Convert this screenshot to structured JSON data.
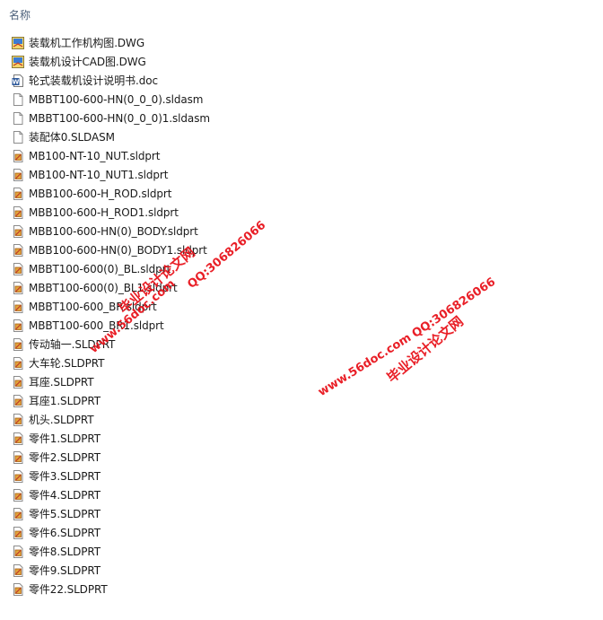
{
  "header": {
    "column_name": "名称"
  },
  "files": [
    {
      "name": "装载机工作机构图.DWG",
      "icon": "dwg-file-icon"
    },
    {
      "name": "装载机设计CAD图.DWG",
      "icon": "dwg-file-icon"
    },
    {
      "name": "轮式装载机设计说明书.doc",
      "icon": "doc-file-icon"
    },
    {
      "name": "MBBT100-600-HN(0_0_0).sldasm",
      "icon": "blank-file-icon"
    },
    {
      "name": "MBBT100-600-HN(0_0_0)1.sldasm",
      "icon": "blank-file-icon"
    },
    {
      "name": "装配体0.SLDASM",
      "icon": "blank-file-icon"
    },
    {
      "name": "MB100-NT-10_NUT.sldprt",
      "icon": "sldprt-file-icon"
    },
    {
      "name": "MB100-NT-10_NUT1.sldprt",
      "icon": "sldprt-file-icon"
    },
    {
      "name": "MBB100-600-H_ROD.sldprt",
      "icon": "sldprt-file-icon"
    },
    {
      "name": "MBB100-600-H_ROD1.sldprt",
      "icon": "sldprt-file-icon"
    },
    {
      "name": "MBB100-600-HN(0)_BODY.sldprt",
      "icon": "sldprt-file-icon"
    },
    {
      "name": "MBB100-600-HN(0)_BODY1.sldprt",
      "icon": "sldprt-file-icon"
    },
    {
      "name": "MBBT100-600(0)_BL.sldprt",
      "icon": "sldprt-file-icon"
    },
    {
      "name": "MBBT100-600(0)_BL1.sldprt",
      "icon": "sldprt-file-icon"
    },
    {
      "name": "MBBT100-600_BR.sldprt",
      "icon": "sldprt-file-icon"
    },
    {
      "name": "MBBT100-600_BR1.sldprt",
      "icon": "sldprt-file-icon"
    },
    {
      "name": "传动轴一.SLDPRT",
      "icon": "sldprt-file-icon"
    },
    {
      "name": "大车轮.SLDPRT",
      "icon": "sldprt-file-icon"
    },
    {
      "name": "耳座.SLDPRT",
      "icon": "sldprt-file-icon"
    },
    {
      "name": "耳座1.SLDPRT",
      "icon": "sldprt-file-icon"
    },
    {
      "name": "机头.SLDPRT",
      "icon": "sldprt-file-icon"
    },
    {
      "name": "零件1.SLDPRT",
      "icon": "sldprt-file-icon"
    },
    {
      "name": "零件2.SLDPRT",
      "icon": "sldprt-file-icon"
    },
    {
      "name": "零件3.SLDPRT",
      "icon": "sldprt-file-icon"
    },
    {
      "name": "零件4.SLDPRT",
      "icon": "sldprt-file-icon"
    },
    {
      "name": "零件5.SLDPRT",
      "icon": "sldprt-file-icon"
    },
    {
      "name": "零件6.SLDPRT",
      "icon": "sldprt-file-icon"
    },
    {
      "name": "零件8.SLDPRT",
      "icon": "sldprt-file-icon"
    },
    {
      "name": "零件9.SLDPRT",
      "icon": "sldprt-file-icon"
    },
    {
      "name": "零件22.SLDPRT",
      "icon": "sldprt-file-icon"
    }
  ],
  "watermarks": {
    "site_cn": "毕业设计论文网",
    "qq": "QQ:306826066",
    "url": "www.56doc.com",
    "color": "#e8141c"
  }
}
